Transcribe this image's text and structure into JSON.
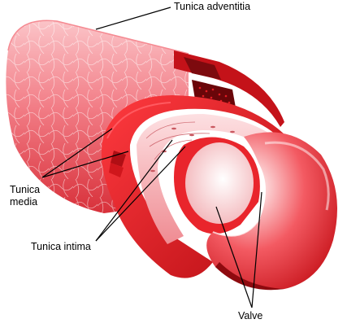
{
  "labels": {
    "tunica_adventitia": "Tunica adventitia",
    "tunica_media_line1": "Tunica",
    "tunica_media_line2": "media",
    "tunica_intima": "Tunica intima",
    "valve": "Valve"
  },
  "colors": {
    "adventitia_light": "#f8a0a6",
    "adventitia_mid": "#ef6f78",
    "media_red": "#e01a22",
    "media_dark": "#a50d12",
    "intima_pink": "#f7aab0",
    "lumen_white": "#fff4f4",
    "line": "#000000"
  }
}
